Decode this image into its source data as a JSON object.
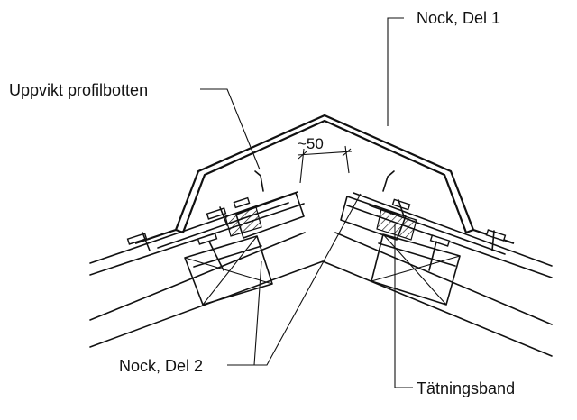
{
  "labels": {
    "ridge_part1": "Nock, Del 1",
    "upturned_profile_bottom": "Uppvikt profilbotten",
    "ridge_part2": "Nock, Del 2",
    "sealing_tape": "Tätningsband",
    "gap_dimension": "~50"
  }
}
